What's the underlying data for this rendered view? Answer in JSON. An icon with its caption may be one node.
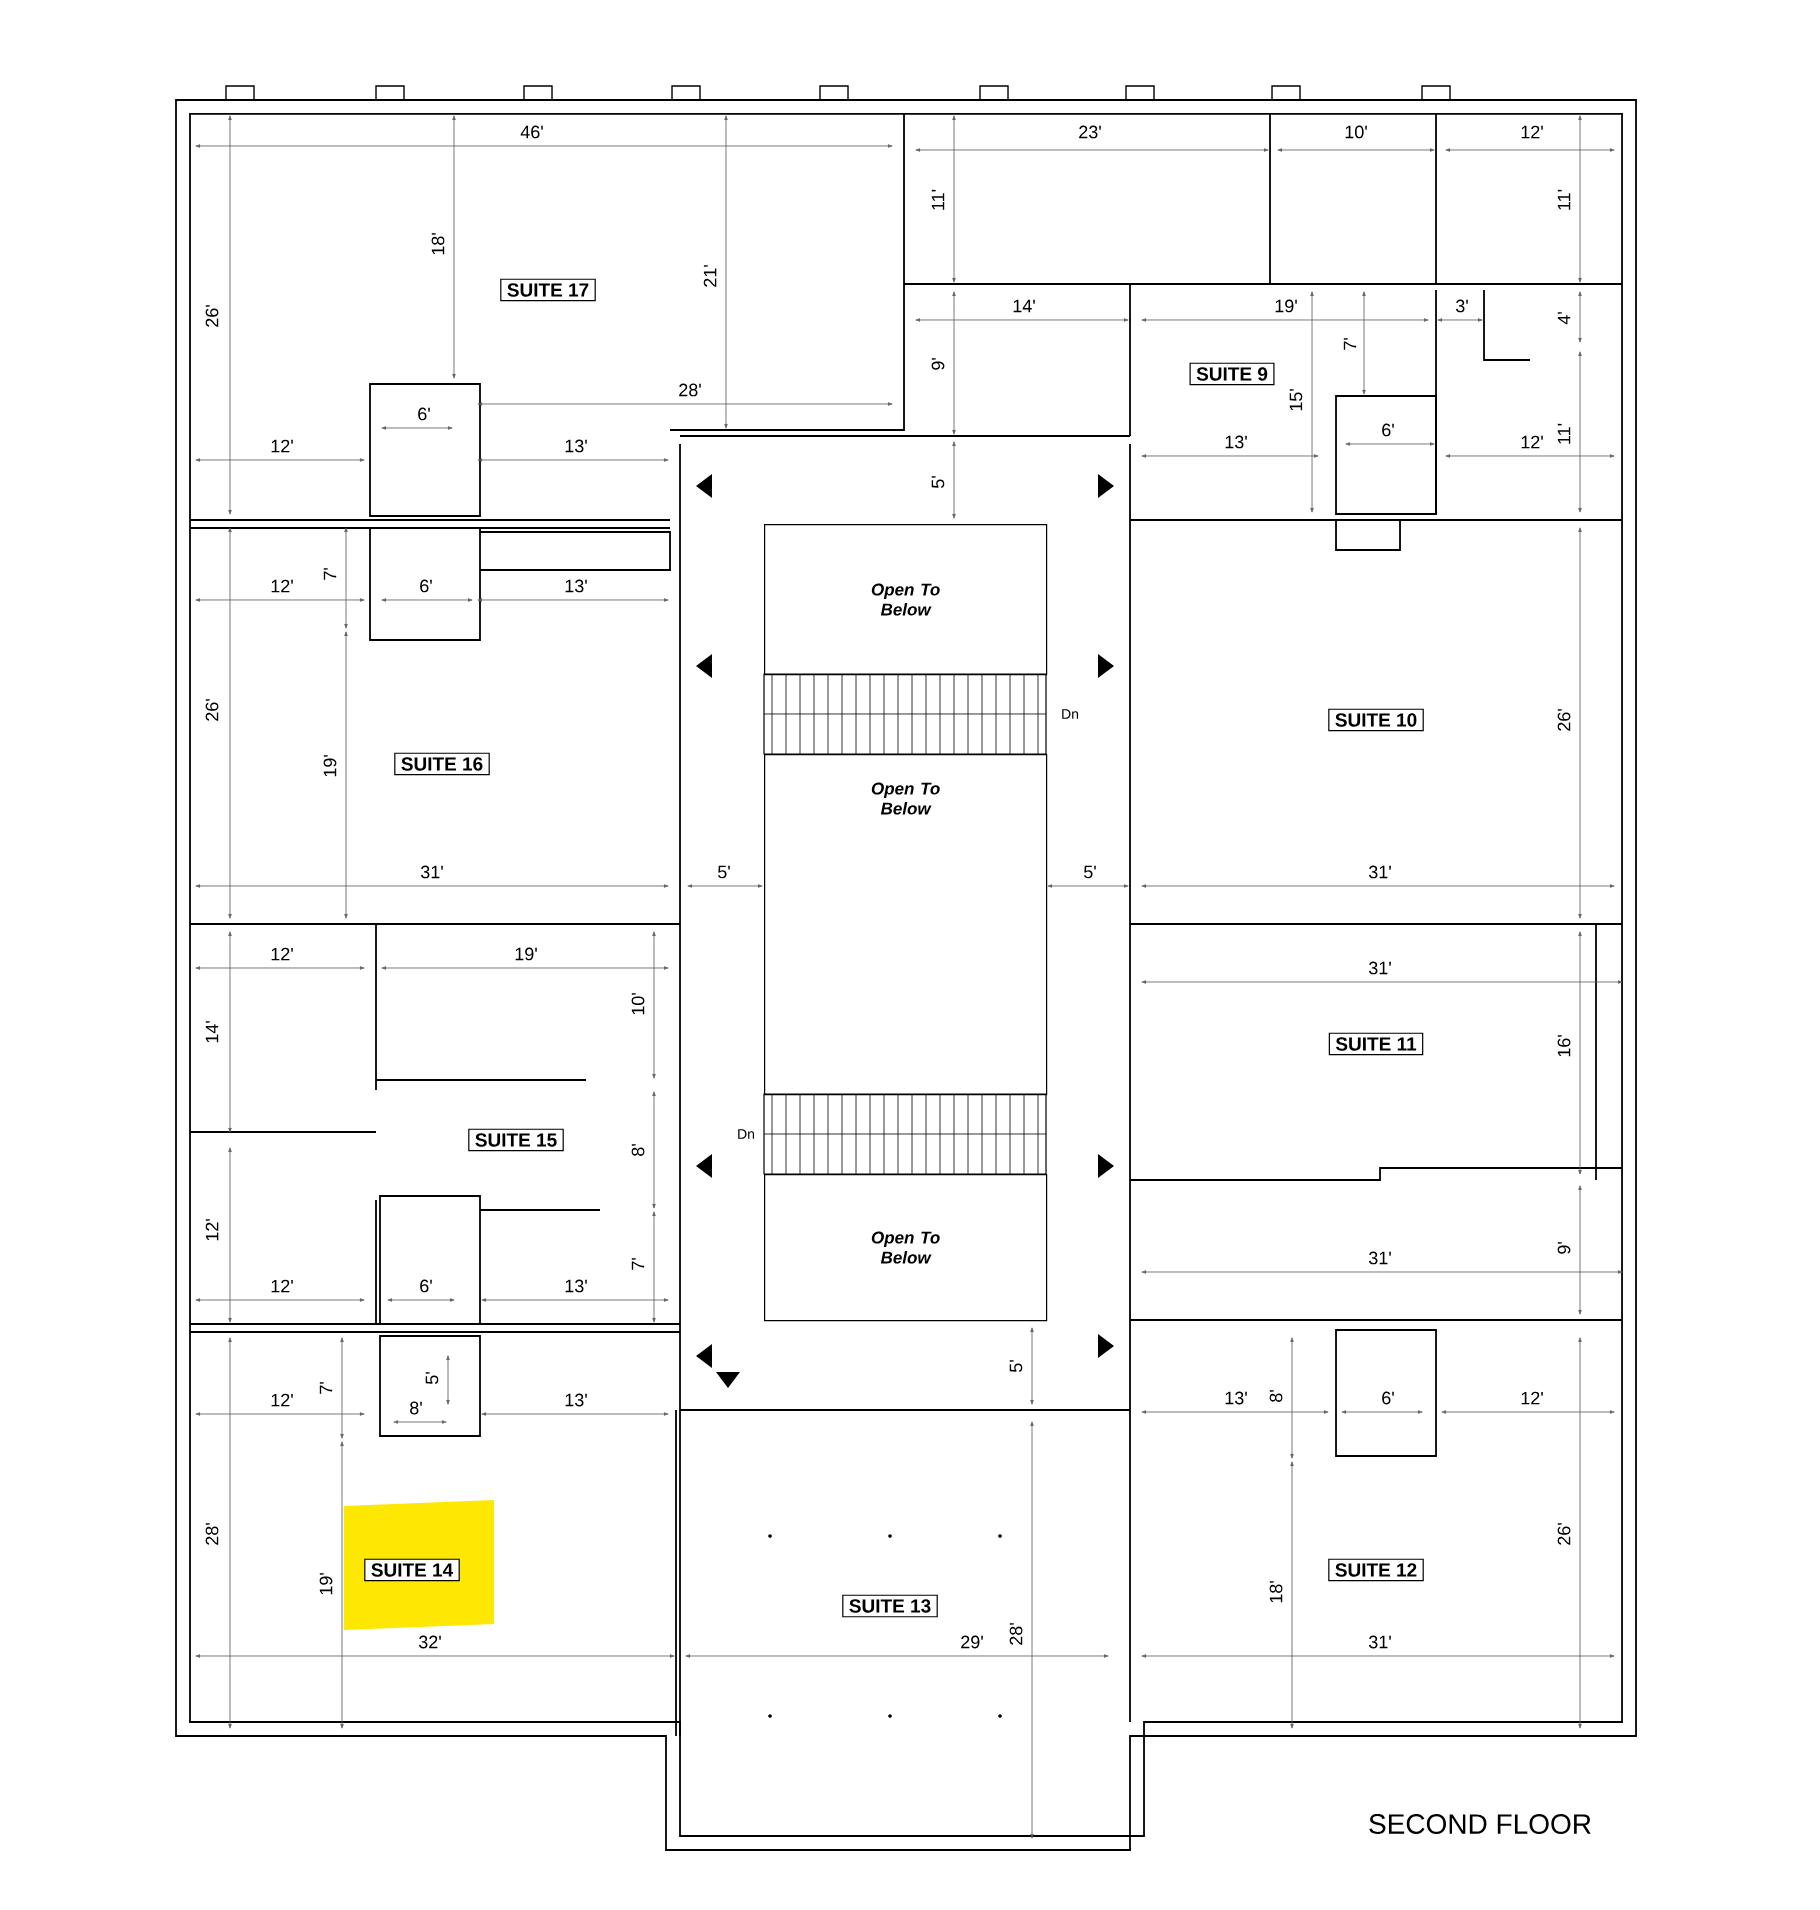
{
  "diagram": {
    "title": "SECOND FLOOR",
    "nodes": [
      {
        "text": [
          "SUITE 17"
        ]
      },
      {
        "text": [
          "SUITE 9"
        ]
      },
      {
        "text": [
          "SUITE 10"
        ]
      },
      {
        "text": [
          "SUITE 16"
        ]
      },
      {
        "text": [
          "Open To Below"
        ]
      },
      {
        "text": [
          "Open To Below"
        ]
      },
      {
        "text": [
          "SUITE 11"
        ]
      },
      {
        "text": [
          "SUITE 15"
        ]
      },
      {
        "text": [
          "Open To Below"
        ]
      },
      {
        "text": [
          "SUITE 14"
        ]
      },
      {
        "text": [
          "SUITE 13"
        ]
      },
      {
        "text": [
          "SUITE 12"
        ]
      }
    ],
    "labels": [
      "46'",
      "23'",
      "10'",
      "12'",
      "26'",
      "18'",
      "21'",
      "11'",
      "11'",
      "14'",
      "19'",
      "3'",
      "4'",
      "9'",
      "7'",
      "28'",
      "6'",
      "15'",
      "6'",
      "12'",
      "13'",
      "13'",
      "12'",
      "11'",
      "5'",
      "7'",
      "12'",
      "6'",
      "13'",
      "Dn",
      "26'",
      "26'",
      "19'",
      "31'",
      "5'",
      "5'",
      "31'",
      "12'",
      "19'",
      "31'",
      "10'",
      "14'",
      "16'",
      "Dn",
      "8'",
      "12'",
      "9'",
      "7'",
      "31'",
      "12'",
      "6'",
      "13'",
      "5'",
      "7'",
      "5'",
      "8'",
      "12'",
      "13'",
      "13'",
      "8'",
      "6'",
      "12'",
      "28'",
      "26'",
      "19'",
      "18'",
      "28'",
      "32'",
      "29'",
      "31'"
    ]
  }
}
